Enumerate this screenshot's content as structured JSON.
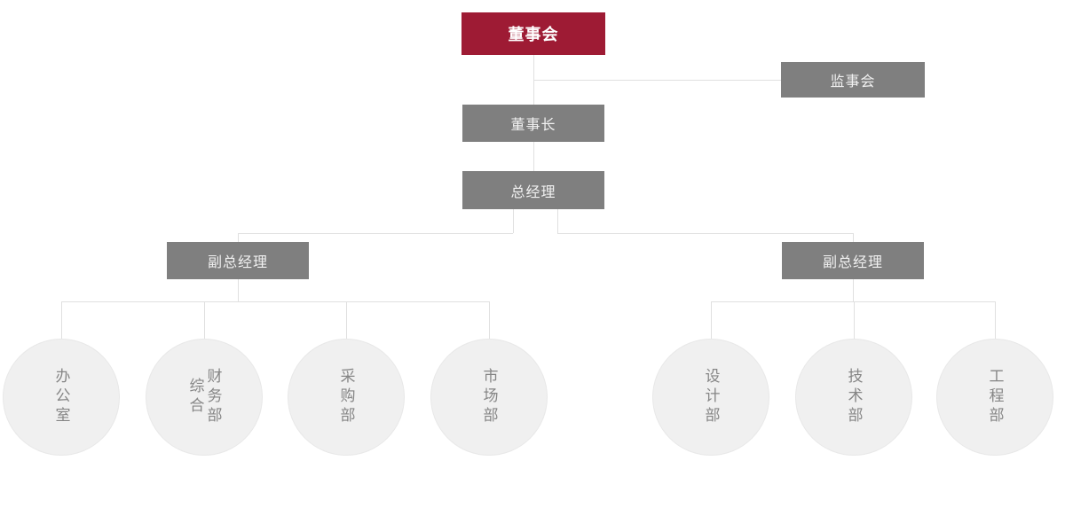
{
  "page": {
    "background": "#ffffff",
    "description": "company organization chart"
  },
  "colors": {
    "primary": "#9e1b34",
    "secondary": "#7f7f7f",
    "line": "#e0e0e0",
    "circle_fill": "#f0f0f0",
    "circle_border": "#e8e8e8",
    "circle_text": "#858585",
    "box_text": "#f1f1f1"
  },
  "org_chart": {
    "nodes": {
      "board": {
        "label": "董事会"
      },
      "supervisory": {
        "label": "监事会"
      },
      "chairman": {
        "label": "董事长"
      },
      "general_manager": {
        "label": "总经理"
      },
      "deputy_gm_left": {
        "label": "副总经理"
      },
      "deputy_gm_right": {
        "label": "副总经理"
      }
    },
    "departments_left": [
      {
        "label": "办公室",
        "columns": [
          "办公室"
        ]
      },
      {
        "label": "综合财务部",
        "columns": [
          "综合",
          "财务部"
        ]
      },
      {
        "label": "采购部",
        "columns": [
          "采购部"
        ]
      },
      {
        "label": "市场部",
        "columns": [
          "市场部"
        ]
      }
    ],
    "departments_right": [
      {
        "label": "设计部",
        "columns": [
          "设计部"
        ]
      },
      {
        "label": "技术部",
        "columns": [
          "技术部"
        ]
      },
      {
        "label": "工程部",
        "columns": [
          "工程部"
        ]
      }
    ]
  }
}
